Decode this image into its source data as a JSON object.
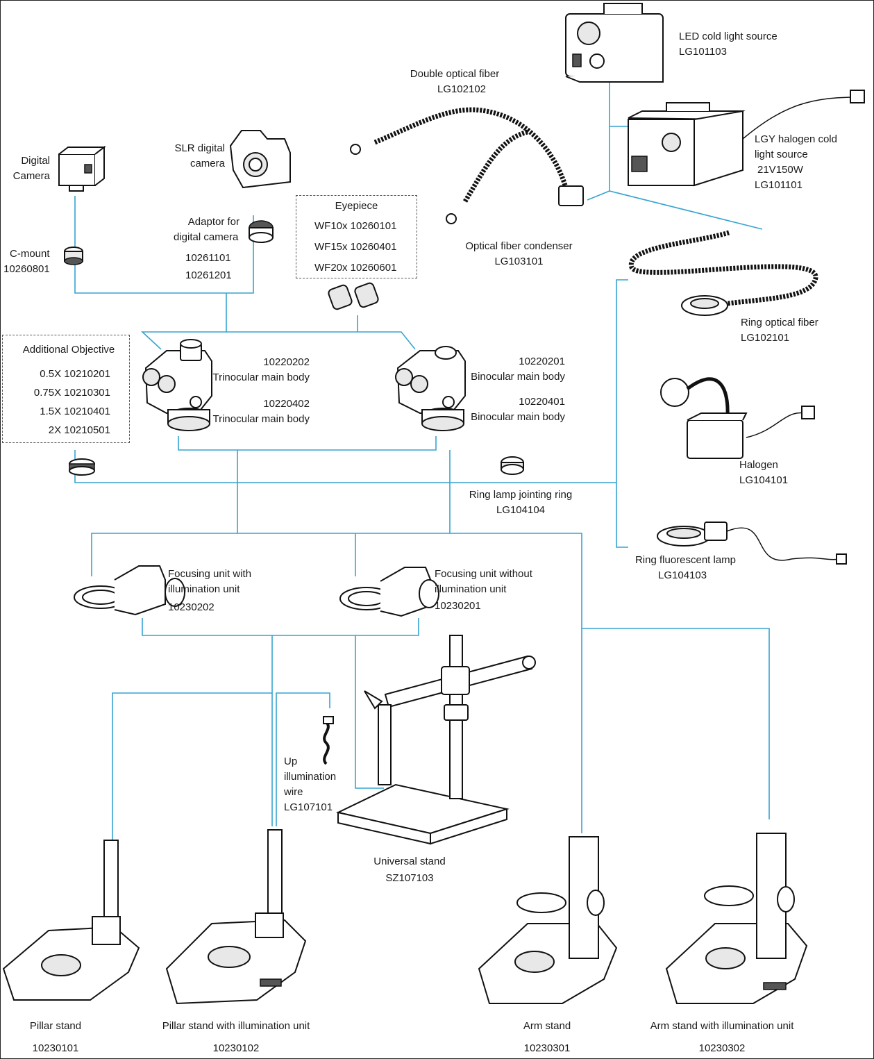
{
  "labels": {
    "led_source": {
      "name": "LED cold light source",
      "code": "LG101103"
    },
    "double_fiber": {
      "name": "Double optical fiber",
      "code": "LG102102"
    },
    "lgy_halogen": {
      "line1": "LGY halogen cold",
      "line2": "light source",
      "line3": "21V150W",
      "code": "LG101101"
    },
    "fiber_condenser": {
      "name": "Optical fiber condenser",
      "code": "LG103101"
    },
    "ring_fiber": {
      "name": "Ring optical fiber",
      "code": "LG102101"
    },
    "halogen": {
      "name": "Halogen",
      "code": "LG104101"
    },
    "ring_fluorescent": {
      "name": "Ring fluorescent lamp",
      "code": "LG104103"
    },
    "digital_camera": {
      "line1": "Digital",
      "line2": "Camera"
    },
    "slr_camera": {
      "line1": "SLR digital",
      "line2": "camera"
    },
    "c_mount": {
      "name": "C-mount",
      "code": "10260801"
    },
    "adaptor": {
      "line1": "Adaptor for",
      "line2": "digital camera",
      "code1": "10261101",
      "code2": "10261201"
    },
    "eyepiece": {
      "title": "Eyepiece",
      "items": [
        "WF10x  10260101",
        "WF15x  10260401",
        "WF20x  10260601"
      ]
    },
    "additional_objective": {
      "title": "Additional Objective",
      "items": [
        "0.5X 10210201",
        "0.75X 10210301",
        "1.5X 10210401",
        "2X 10210501"
      ]
    },
    "trinocular_1": {
      "code": "10220202",
      "name": "Trinocular main body"
    },
    "trinocular_2": {
      "code": "10220402",
      "name": "Trinocular main body"
    },
    "binocular_1": {
      "code": "10220201",
      "name": "Binocular main body"
    },
    "binocular_2": {
      "code": "10220401",
      "name": "Binocular main body"
    },
    "ring_jointing": {
      "name": "Ring lamp jointing ring",
      "code": "LG104104"
    },
    "focus_with": {
      "line1": "Focusing unit with",
      "line2": "illumination unit",
      "code": "10230202"
    },
    "focus_without": {
      "line1": "Focusing unit without",
      "line2": "illumination unit",
      "code": "10230201"
    },
    "up_wire": {
      "line1": "Up",
      "line2": "illumination",
      "line3": "wire",
      "code": "LG107101"
    },
    "universal_stand": {
      "name": "Universal stand",
      "code": "SZ107103"
    },
    "pillar_stand": {
      "name": "Pillar stand",
      "code": "10230101"
    },
    "pillar_stand_illum": {
      "name": "Pillar stand with illumination unit",
      "code": "10230102"
    },
    "arm_stand": {
      "name": "Arm stand",
      "code": "10230301"
    },
    "arm_stand_illum": {
      "name": "Arm stand with illumination unit",
      "code": "10230302"
    }
  }
}
